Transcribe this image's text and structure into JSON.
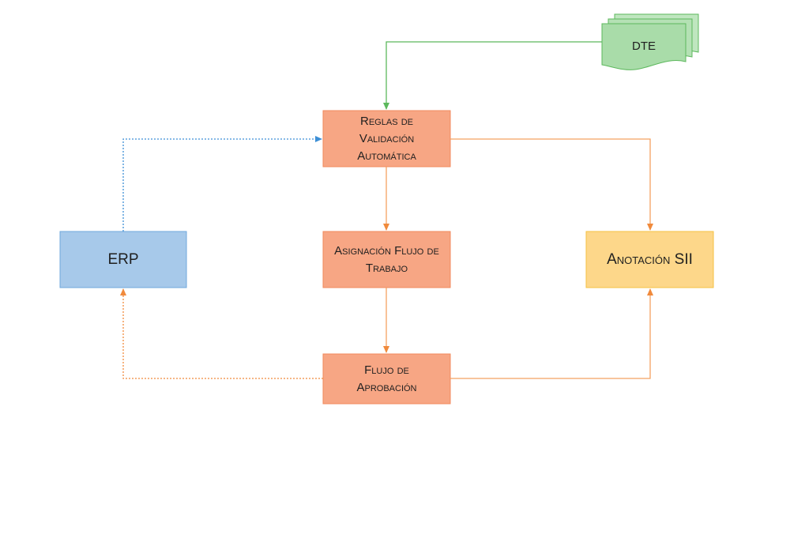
{
  "nodes": {
    "dte": {
      "label": "DTE",
      "fill": "#a9dca9",
      "stroke": "#5cb85c"
    },
    "reglas": {
      "line1": "Reglas de",
      "line2": "Validación",
      "line3": "Automática",
      "fill": "#f7a684",
      "stroke": "#f08a5d"
    },
    "asignacion": {
      "line1": "Asignación Flujo de",
      "line2": "Trabajo",
      "fill": "#f7a684",
      "stroke": "#f08a5d"
    },
    "flujo": {
      "line1": "Flujo de",
      "line2": "Aprobación",
      "fill": "#f7a684",
      "stroke": "#f08a5d"
    },
    "erp": {
      "label": "ERP",
      "fill": "#a7c9ea",
      "stroke": "#6fa8dc"
    },
    "anotacion": {
      "label": "Anotación SII",
      "fill": "#fdd78a",
      "stroke": "#f5c242"
    }
  },
  "colors": {
    "green_arrow": "#5cb85c",
    "orange_arrow": "#f4a261",
    "orange_dotted": "#f08a3c",
    "blue_dotted": "#3d8fd6"
  }
}
